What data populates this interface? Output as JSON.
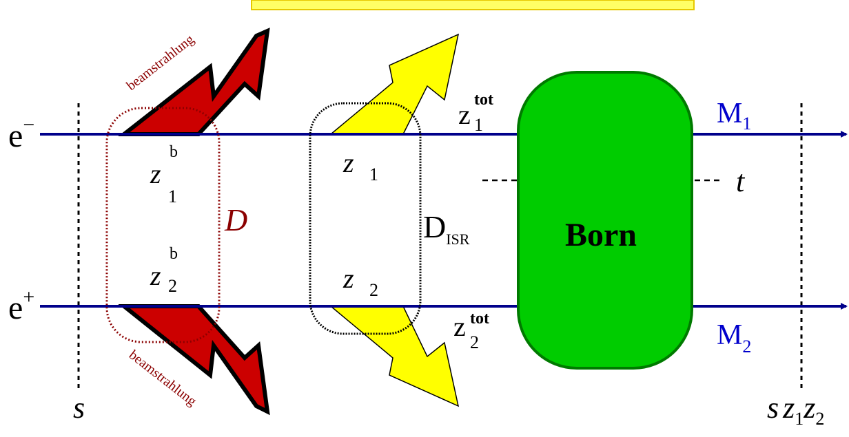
{
  "colors": {
    "beam_line": "#00008b",
    "born_fill": "#00cc00",
    "born_stroke": "#007a00",
    "beamstrahlung_arrow": "#cc0000",
    "isr_arrow": "#ffff00",
    "d_label": "#8b0000",
    "mass_label": "#0000cc",
    "title_box": "#ffff66"
  },
  "title_box": {
    "text": ""
  },
  "beams": {
    "top": {
      "particle": "e",
      "charge": "−"
    },
    "bottom": {
      "particle": "e",
      "charge": "+"
    }
  },
  "cuts": {
    "left": {
      "label": "s"
    },
    "right": {
      "label_s": "s",
      "label_z1": "z",
      "label_z1_sub": "1",
      "label_z2": "z",
      "label_z2_sub": "2"
    }
  },
  "beamstrahlung": {
    "top_label": "beamstrahlung",
    "bottom_label": "beamstrahlung",
    "z1b": {
      "base": "z",
      "sub": "1",
      "sup": "b"
    },
    "z2b": {
      "base": "z",
      "sub": "2",
      "sup": "b"
    },
    "box_label": "D"
  },
  "isr": {
    "z1": {
      "base": "z",
      "sub": "1"
    },
    "z2": {
      "base": "z",
      "sub": "2"
    },
    "box_label": "D",
    "box_label_sub": "ISR"
  },
  "ztot": {
    "top": {
      "base": "z",
      "sub": "1",
      "sup": "tot"
    },
    "bottom": {
      "base": "z",
      "sub": "2",
      "sup": "tot"
    }
  },
  "born": {
    "label": "Born"
  },
  "t_line": {
    "label": "t"
  },
  "outputs": {
    "m1": {
      "base": "M",
      "sub": "1"
    },
    "m2": {
      "base": "M",
      "sub": "2"
    }
  }
}
